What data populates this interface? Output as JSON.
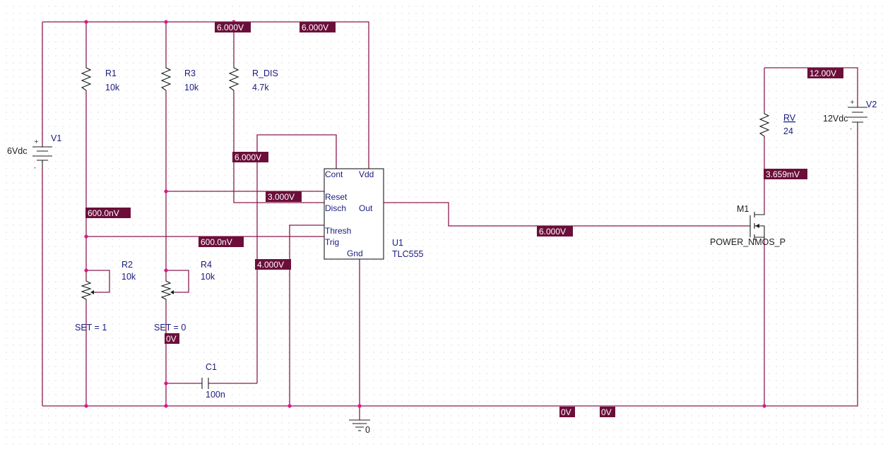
{
  "components": {
    "R1": {
      "ref": "R1",
      "value": "10k"
    },
    "R3": {
      "ref": "R3",
      "value": "10k"
    },
    "R_DIS": {
      "ref": "R_DIS",
      "value": "4.7k"
    },
    "R2": {
      "ref": "R2",
      "value": "10k",
      "set": "SET = 1"
    },
    "R4": {
      "ref": "R4",
      "value": "10k",
      "set": "SET = 0"
    },
    "C1": {
      "ref": "C1",
      "value": "100n"
    },
    "V1": {
      "ref": "V1",
      "value": "6Vdc"
    },
    "V2": {
      "ref": "V2",
      "value": "12Vdc"
    },
    "RV": {
      "ref": "RV",
      "value": "24"
    },
    "M1": {
      "ref": "M1",
      "model": "POWER_NMOS_P"
    },
    "U1": {
      "ref": "U1",
      "model": "TLC555",
      "pins": {
        "cont": "Cont",
        "vdd": "Vdd",
        "reset": "Reset",
        "disch": "Disch",
        "out": "Out",
        "thresh": "Thresh",
        "trig": "Trig",
        "gnd": "Gnd"
      }
    },
    "ground": {
      "label": "0"
    }
  },
  "voltages": {
    "top_left": "6.000V",
    "top_right": "6.000V",
    "disch": "6.000V",
    "reset": "3.000V",
    "r1_node": "600.0nV",
    "trig": "600.0nV",
    "thresh": "4.000V",
    "r4_node": "0V",
    "out": "6.000V",
    "v2": "12.00V",
    "drain": "3.659mV",
    "gnd_a": "0V",
    "gnd_b": "0V"
  },
  "colors": {
    "wire": "#8b1a4e",
    "voltage_marker": "#6b0f3a",
    "junction": "#e0148c",
    "label": "#1a1a80"
  }
}
